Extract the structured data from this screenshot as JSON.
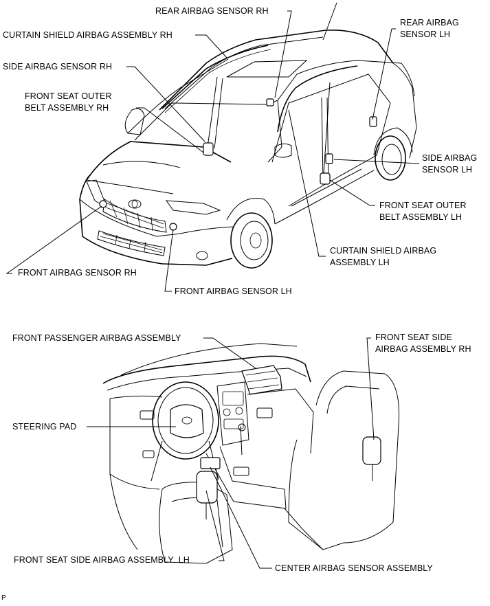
{
  "top_figure": {
    "labels": {
      "rear_airbag_sensor_rh": "REAR AIRBAG SENSOR RH",
      "curtain_shield_airbag_assembly_rh": "CURTAIN SHIELD AIRBAG ASSEMBLY RH",
      "side_airbag_sensor_rh": "SIDE AIRBAG SENSOR RH",
      "front_seat_outer_belt_assembly_rh_1": "FRONT SEAT OUTER",
      "front_seat_outer_belt_assembly_rh_2": "BELT ASSEMBLY RH",
      "rear_airbag_sensor_lh_1": "REAR AIRBAG",
      "rear_airbag_sensor_lh_2": "SENSOR LH",
      "side_airbag_sensor_lh_1": "SIDE AIRBAG",
      "side_airbag_sensor_lh_2": "SENSOR LH",
      "front_seat_outer_belt_assembly_lh_1": "FRONT SEAT OUTER",
      "front_seat_outer_belt_assembly_lh_2": "BELT ASSEMBLY LH",
      "curtain_shield_airbag_assembly_lh_1": "CURTAIN SHIELD AIRBAG",
      "curtain_shield_airbag_assembly_lh_2": "ASSEMBLY LH",
      "front_airbag_sensor_rh": "FRONT AIRBAG SENSOR RH",
      "front_airbag_sensor_lh": "FRONT AIRBAG SENSOR LH"
    }
  },
  "bottom_figure": {
    "labels": {
      "front_passenger_airbag_assembly": "FRONT PASSENGER AIRBAG ASSEMBLY",
      "front_seat_side_airbag_assembly_rh_1": "FRONT SEAT SIDE",
      "front_seat_side_airbag_assembly_rh_2": "AIRBAG ASSEMBLY RH",
      "steering_pad": "STEERING PAD",
      "front_seat_side_airbag_assembly_lh": "FRONT SEAT SIDE AIRBAG ASSEMBLY  LH",
      "center_airbag_sensor_assembly": "CENTER AIRBAG SENSOR ASSEMBLY"
    }
  },
  "corner_mark": "P"
}
